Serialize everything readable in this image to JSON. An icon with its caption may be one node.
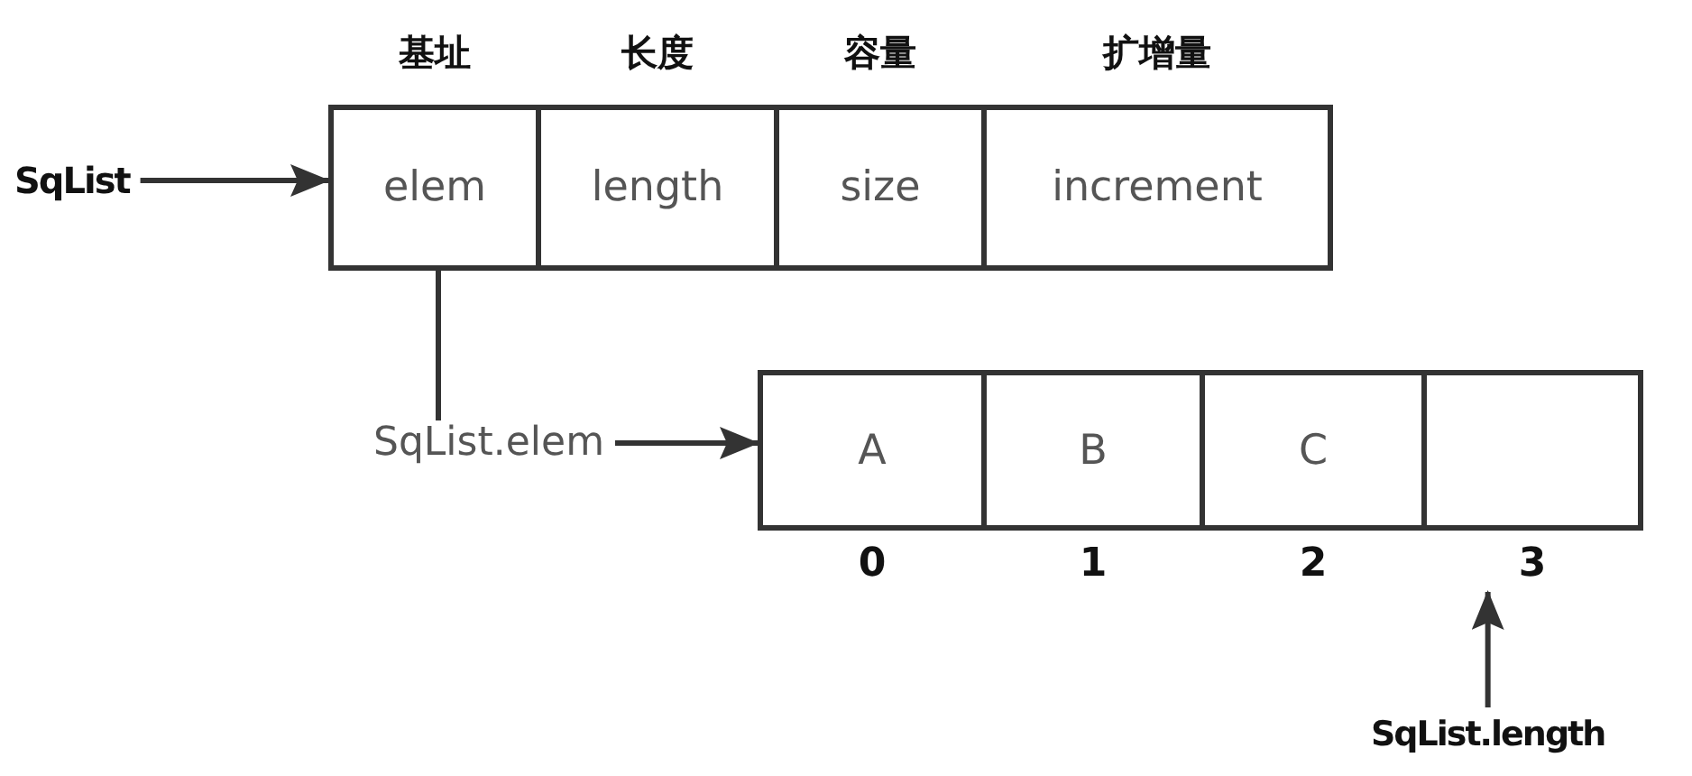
{
  "diagram": {
    "nodes": [
      {
        "text": [
          "SqList"
        ]
      },
      {
        "text": [
          "基址",
          "elem"
        ]
      },
      {
        "text": [
          "长度",
          "length"
        ]
      },
      {
        "text": [
          "容量",
          "size"
        ]
      },
      {
        "text": [
          "扩增量",
          "increment"
        ]
      },
      {
        "text": [
          "SqList.elem"
        ]
      },
      {
        "text": [
          "A"
        ],
        "beside": [
          "0"
        ]
      },
      {
        "text": [
          "B"
        ],
        "beside": [
          "1"
        ]
      },
      {
        "text": [
          "C"
        ],
        "beside": [
          "2"
        ]
      },
      {
        "text": [],
        "shape": "box",
        "beside": [
          "3"
        ]
      },
      {
        "text": [
          "SqList.length"
        ]
      }
    ],
    "edges": [
      {
        "from": 0,
        "to": 1,
        "arrow": "to"
      },
      {
        "from": 1,
        "to": 5,
        "arrow": "none"
      },
      {
        "from": 5,
        "to": 6,
        "arrow": "to"
      },
      {
        "from": 10,
        "to": 9,
        "arrow": "to"
      }
    ]
  }
}
